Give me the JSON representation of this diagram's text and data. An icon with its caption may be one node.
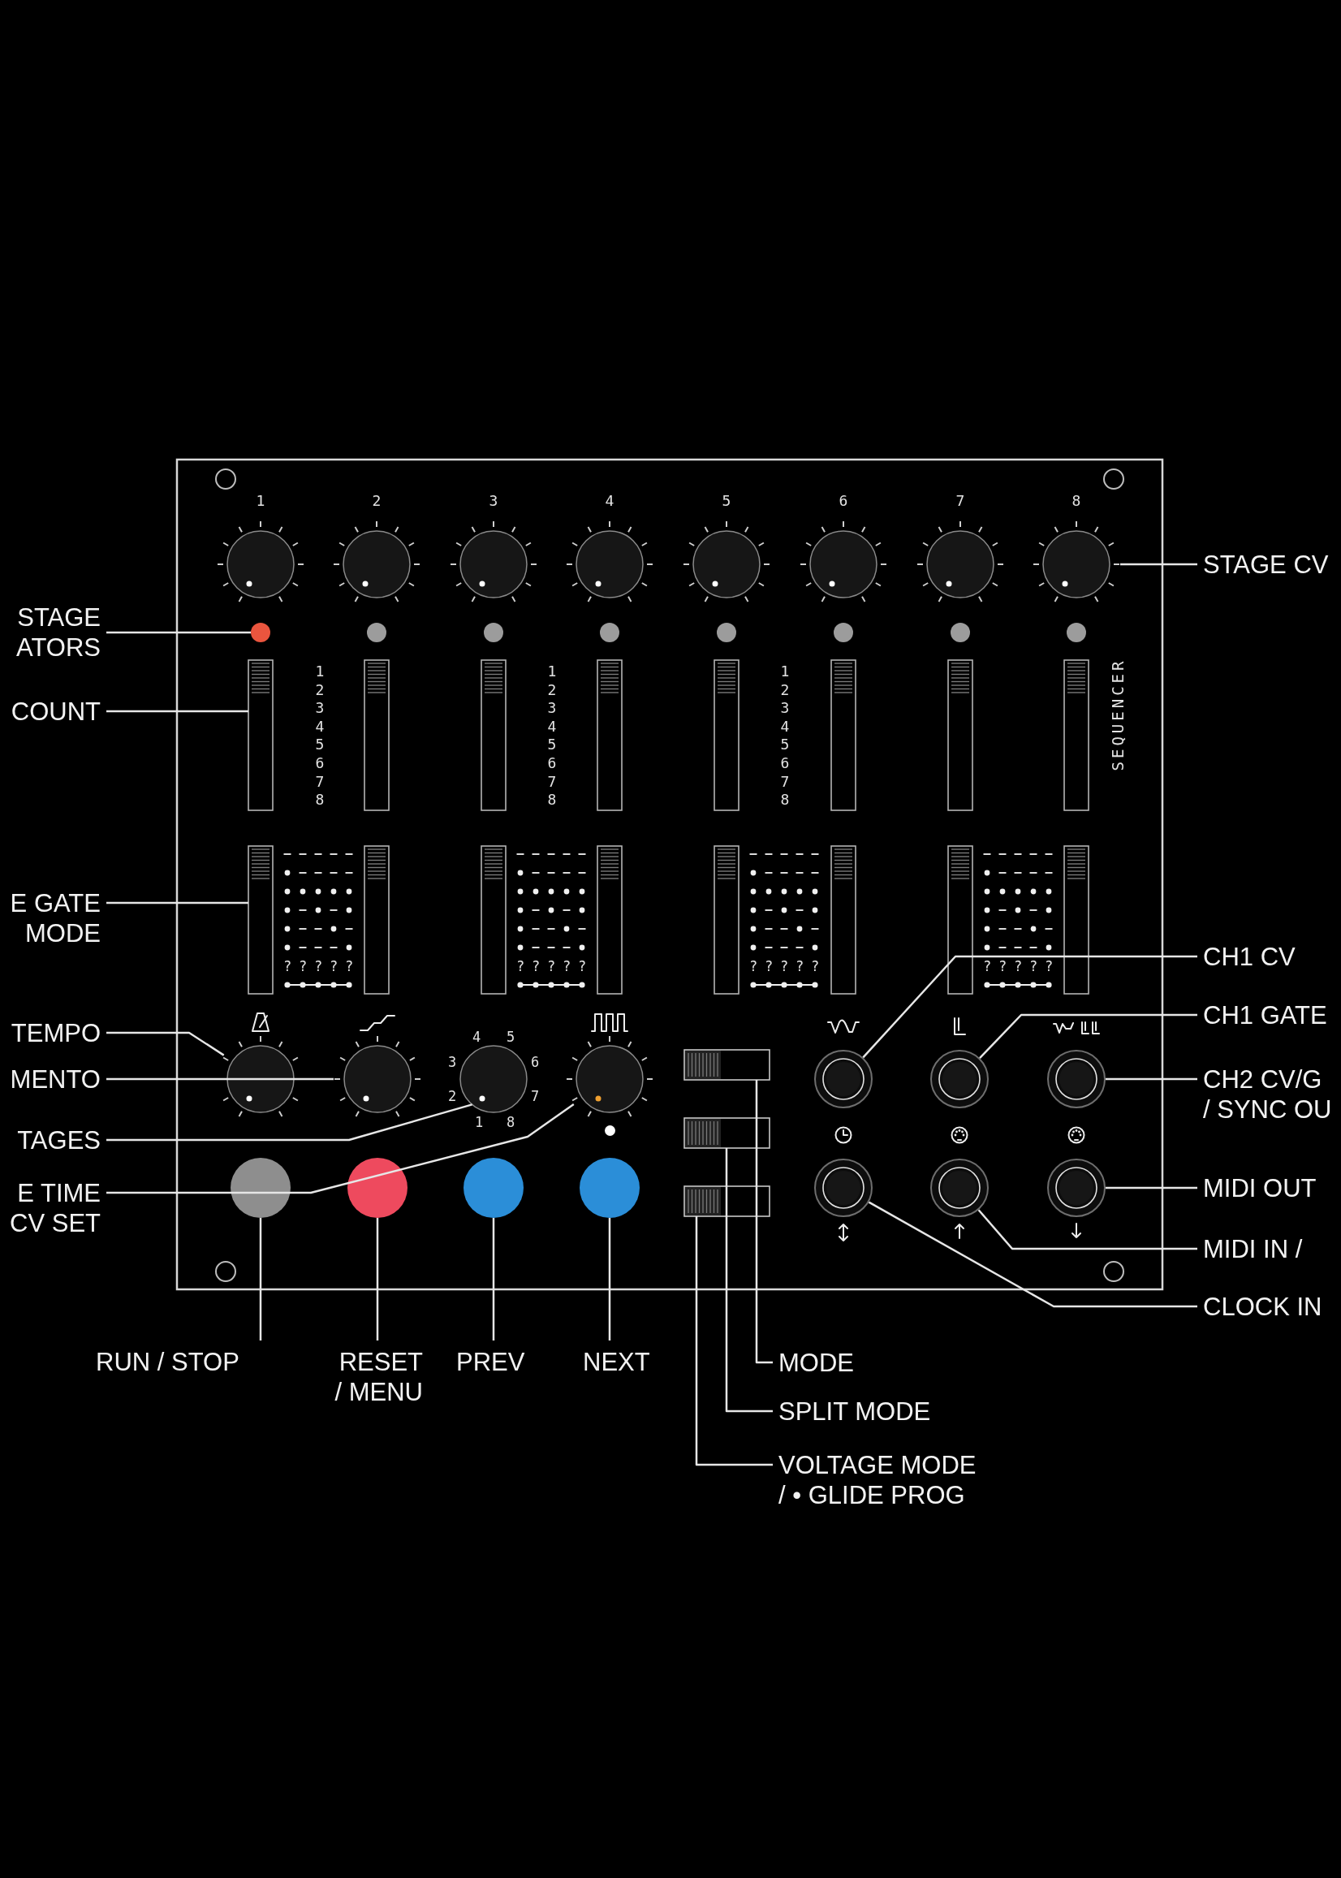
{
  "diagram": {
    "nodes": [
      {
        "text": [
          "STAGE ATORS"
        ]
      },
      {
        "text": [],
        "shape": "circle"
      },
      {
        "text": [
          "COUNT"
        ]
      },
      {
        "text": [],
        "shape": "box"
      },
      {
        "text": [
          "E GATE MODE"
        ]
      },
      {
        "text": [],
        "shape": "box"
      },
      {
        "text": [
          "TEMPO"
        ]
      },
      {
        "text": [],
        "shape": "circle"
      },
      {
        "text": [
          "MENTO"
        ]
      },
      {
        "text": [],
        "shape": "circle"
      },
      {
        "text": [
          "TAGES"
        ]
      },
      {
        "text": [],
        "shape": "circle",
        "beside": [
          "4",
          "5",
          "3",
          "6",
          "2",
          "7",
          "1",
          "8"
        ]
      },
      {
        "text": [
          "E TIME CV SET"
        ]
      },
      {
        "text": [],
        "shape": "circle"
      },
      {
        "text": [
          "RUN / STOP"
        ]
      },
      {
        "text": [],
        "shape": "circle"
      },
      {
        "text": [
          "RESET / MENU"
        ]
      },
      {
        "text": [],
        "shape": "circle"
      },
      {
        "text": [
          "PREV"
        ]
      },
      {
        "text": [],
        "shape": "circle"
      },
      {
        "text": [
          "NEXT"
        ]
      },
      {
        "text": [],
        "shape": "circle"
      },
      {
        "text": [
          "MODE"
        ]
      },
      {
        "text": [],
        "shape": "box"
      },
      {
        "text": [
          "SPLIT MODE"
        ]
      },
      {
        "text": [],
        "shape": "box"
      },
      {
        "text": [
          "VOLTAGE MODE / • GLIDE PROG"
        ]
      },
      {
        "text": [],
        "shape": "box"
      },
      {
        "text": [
          "STAGE CV"
        ]
      },
      {
        "text": [],
        "shape": "circle",
        "beside": [
          "8"
        ]
      },
      {
        "text": [
          "CH1 CV"
        ]
      },
      {
        "text": [],
        "shape": "circle"
      },
      {
        "text": [
          "CH1 GATE"
        ]
      },
      {
        "text": [],
        "shape": "circle"
      },
      {
        "text": [
          "CH2 CV/G / SYNC OU"
        ]
      },
      {
        "text": [],
        "shape": "circle"
      },
      {
        "text": [
          "MIDI OUT"
        ]
      },
      {
        "text": [],
        "shape": "circle"
      },
      {
        "text": [
          "MIDI IN /"
        ]
      },
      {
        "text": [],
        "shape": "circle"
      },
      {
        "text": [
          "CLOCK IN"
        ]
      },
      {
        "text": [],
        "shape": "circle"
      },
      {
        "text": [],
        "shape": "circle",
        "beside": [
          "1"
        ]
      },
      {
        "text": [],
        "shape": "circle",
        "beside": [
          "2"
        ]
      },
      {
        "text": [],
        "shape": "circle",
        "beside": [
          "3"
        ]
      },
      {
        "text": [],
        "shape": "circle",
        "beside": [
          "4"
        ]
      },
      {
        "text": [],
        "shape": "circle",
        "beside": [
          "5"
        ]
      },
      {
        "text": [],
        "shape": "circle",
        "beside": [
          "6"
        ]
      },
      {
        "text": [],
        "shape": "circle",
        "beside": [
          "7"
        ]
      },
      {
        "text": [],
        "shape": "circle"
      },
      {
        "text": [],
        "shape": "circle"
      },
      {
        "text": [],
        "shape": "circle"
      },
      {
        "text": [],
        "shape": "circle"
      },
      {
        "text": [],
        "shape": "circle"
      },
      {
        "text": [],
        "shape": "circle"
      },
      {
        "text": [],
        "shape": "circle"
      },
      {
        "text": [],
        "shape": "box"
      },
      {
        "text": [],
        "shape": "box"
      },
      {
        "text": [],
        "shape": "box"
      },
      {
        "text": [],
        "shape": "box"
      },
      {
        "text": [],
        "shape": "box"
      },
      {
        "text": [],
        "shape": "box"
      },
      {
        "text": [],
        "shape": "box"
      },
      {
        "text": [],
        "shape": "box"
      },
      {
        "text": [],
        "shape": "box"
      },
      {
        "text": [],
        "shape": "box"
      },
      {
        "text": [],
        "shape": "box"
      },
      {
        "text": [],
        "shape": "box"
      },
      {
        "text": [],
        "shape": "box"
      },
      {
        "text": [],
        "shape": "box"
      }
    ],
    "edges": [
      {
        "from": 0,
        "to": 1,
        "arrow": "none"
      },
      {
        "from": 2,
        "to": 3,
        "arrow": "none"
      },
      {
        "from": 4,
        "to": 5,
        "arrow": "none"
      },
      {
        "from": 6,
        "to": 7,
        "arrow": "none"
      },
      {
        "from": 8,
        "to": 9,
        "arrow": "none"
      },
      {
        "from": 10,
        "to": 11,
        "arrow": "none"
      },
      {
        "from": 12,
        "to": 13,
        "arrow": "none"
      },
      {
        "from": 14,
        "to": 15,
        "arrow": "none"
      },
      {
        "from": 16,
        "to": 17,
        "arrow": "none"
      },
      {
        "from": 18,
        "to": 19,
        "arrow": "none"
      },
      {
        "from": 20,
        "to": 21,
        "arrow": "none"
      },
      {
        "from": 22,
        "to": 23,
        "arrow": "none"
      },
      {
        "from": 24,
        "to": 25,
        "arrow": "none"
      },
      {
        "from": 26,
        "to": 27,
        "arrow": "none"
      },
      {
        "from": 28,
        "to": 29,
        "arrow": "none"
      },
      {
        "from": 30,
        "to": 31,
        "arrow": "none"
      },
      {
        "from": 32,
        "to": 33,
        "arrow": "none"
      },
      {
        "from": 34,
        "to": 35,
        "arrow": "none"
      },
      {
        "from": 36,
        "to": 37,
        "arrow": "none"
      },
      {
        "from": 38,
        "to": 39,
        "arrow": "none"
      },
      {
        "from": 40,
        "to": 41,
        "arrow": "none"
      }
    ],
    "labels": [
      "1 2 3 4 5 6 7 8",
      "1 2 3 4 5 6 7 8",
      "1 2 3 4 5 6 7 8",
      "SEQUENCER",
      "?????",
      "?????",
      "?????",
      "?????"
    ]
  }
}
